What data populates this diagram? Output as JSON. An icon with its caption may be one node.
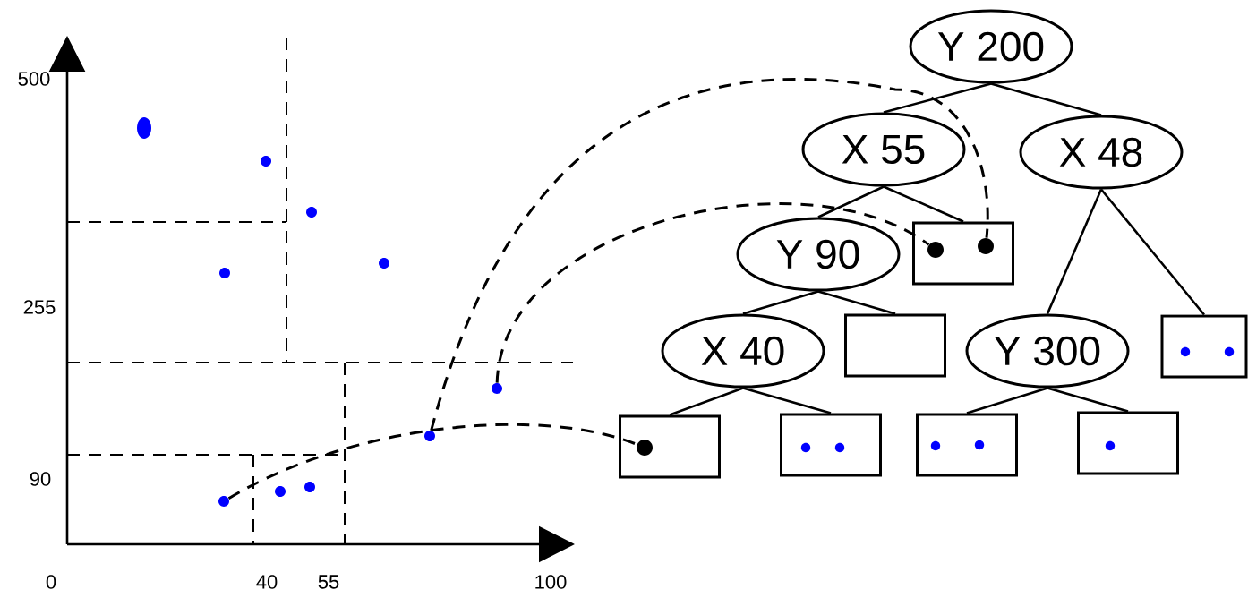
{
  "diagram": {
    "nodes": [
      {
        "text": [
          "Y 200"
        ]
      },
      {
        "text": [
          "X 55"
        ]
      },
      {
        "text": [
          "X 48"
        ]
      },
      {
        "text": [
          "Y 90"
        ]
      },
      {
        "text": [],
        "shape": "box"
      },
      {
        "text": [
          "X 40"
        ]
      },
      {
        "text": [],
        "shape": "box"
      },
      {
        "text": [
          "Y 300"
        ]
      },
      {
        "text": [],
        "shape": "box"
      },
      {
        "text": [],
        "shape": "box"
      },
      {
        "text": [],
        "shape": "box"
      },
      {
        "text": [],
        "shape": "box"
      },
      {
        "text": [],
        "shape": "box"
      },
      {
        "text": [],
        "shape": "circle",
        "in": 4
      },
      {
        "text": [],
        "shape": "circle",
        "in": 4
      },
      {
        "text": [],
        "shape": "circle",
        "in": 9
      },
      {
        "text": [],
        "shape": "circle"
      },
      {
        "text": [],
        "shape": "circle"
      },
      {
        "text": [],
        "shape": "circle"
      }
    ],
    "edges": [
      {
        "from": 0,
        "to": 1,
        "arrow": "none"
      },
      {
        "from": 0,
        "to": 2,
        "arrow": "none"
      },
      {
        "from": 1,
        "to": 3,
        "arrow": "none"
      },
      {
        "from": 1,
        "to": 4,
        "arrow": "none"
      },
      {
        "from": 3,
        "to": 5,
        "arrow": "none"
      },
      {
        "from": 3,
        "to": 6,
        "arrow": "none"
      },
      {
        "from": 2,
        "to": 7,
        "arrow": "none"
      },
      {
        "from": 2,
        "to": 8,
        "arrow": "none"
      },
      {
        "from": 5,
        "to": 9,
        "arrow": "none"
      },
      {
        "from": 5,
        "to": 10,
        "arrow": "none"
      },
      {
        "from": 7,
        "to": 11,
        "arrow": "none"
      },
      {
        "from": 7,
        "to": 12,
        "arrow": "none"
      },
      {
        "from": 16,
        "to": 15,
        "arrow": "none",
        "style": "dashed"
      },
      {
        "from": 17,
        "to": 14,
        "arrow": "none",
        "style": "dashed"
      },
      {
        "from": 18,
        "to": 13,
        "arrow": "none",
        "style": "dashed"
      }
    ],
    "labels": [
      "500",
      "255",
      "90",
      "0",
      "40",
      "55",
      "100"
    ]
  }
}
